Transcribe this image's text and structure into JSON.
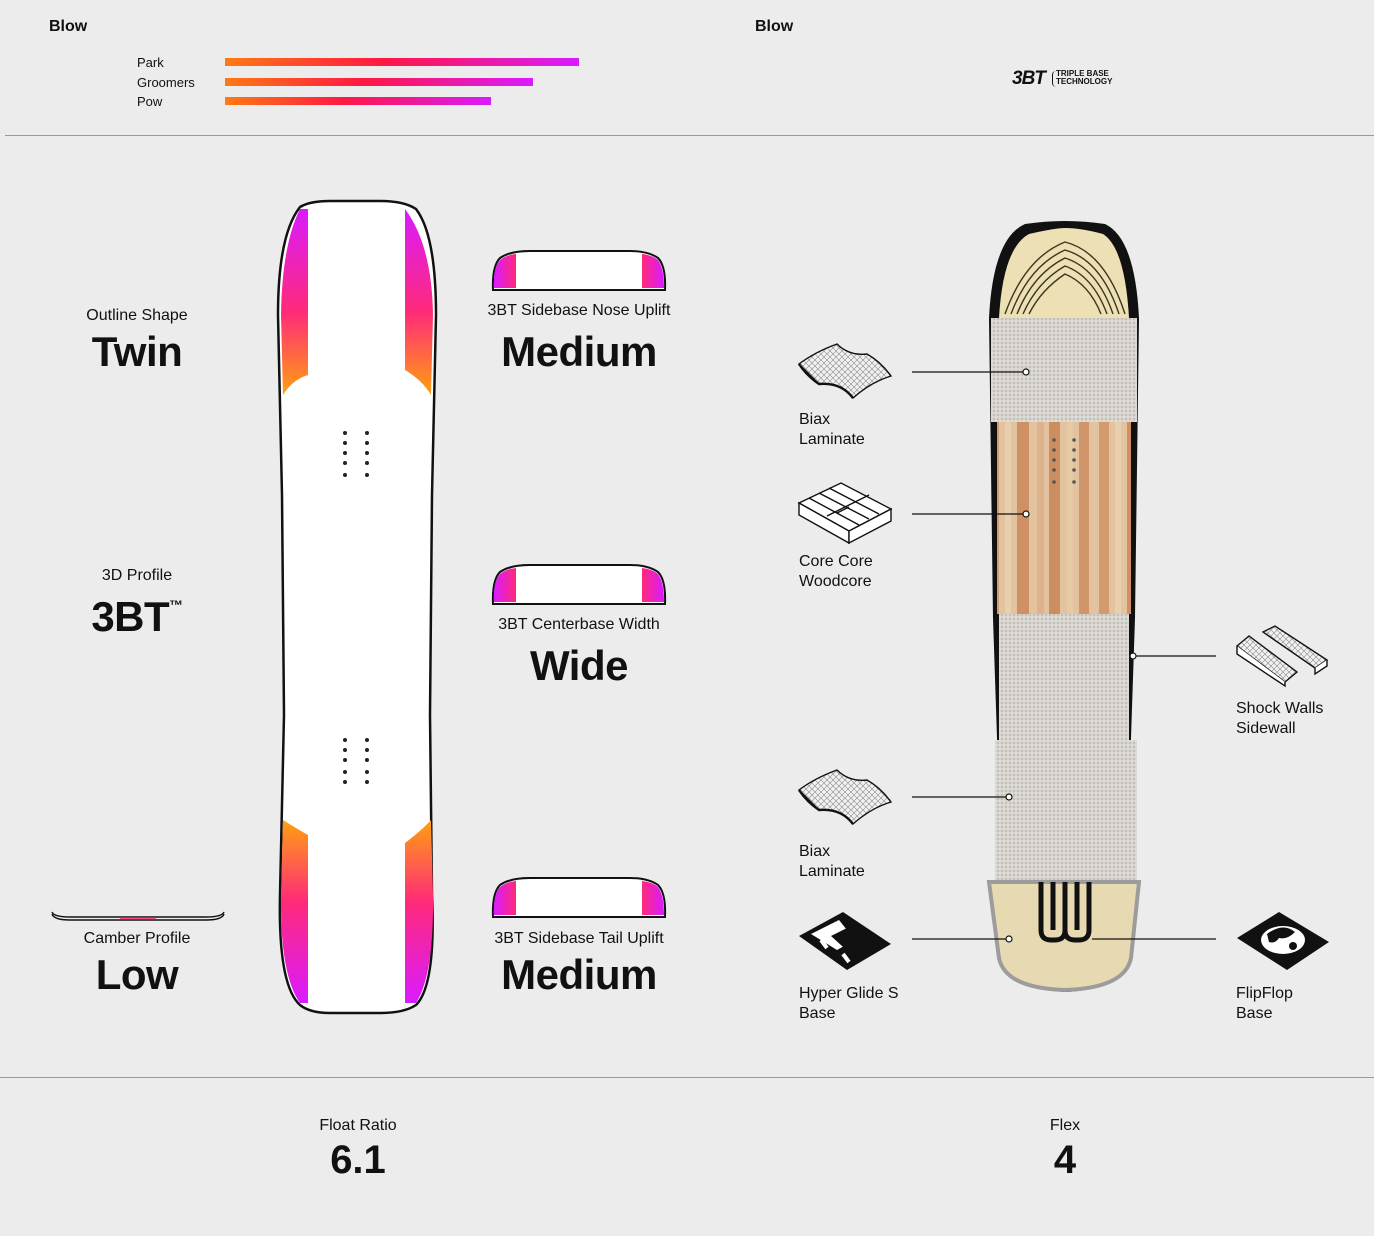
{
  "header": {
    "left_title": "Blow",
    "right_title": "Blow",
    "logo": {
      "mark": "3BT",
      "line1": "TRIPLE BASE",
      "line2": "TECHNOLOGY"
    }
  },
  "terrain": {
    "items": [
      {
        "label": "Park",
        "value": 1.0
      },
      {
        "label": "Groomers",
        "value": 0.87
      },
      {
        "label": "Pow",
        "value": 0.75
      }
    ],
    "gradient": [
      "#ff7a12",
      "#ff1744",
      "#d91bff"
    ]
  },
  "specs": {
    "outline": {
      "label": "Outline Shape",
      "value": "Twin"
    },
    "profile": {
      "label": "3D Profile",
      "value": "3BT",
      "suffix": "™"
    },
    "camber": {
      "label": "Camber Profile",
      "value": "Low"
    },
    "nose": {
      "label": "3BT Sidebase Nose Uplift",
      "value": "Medium"
    },
    "center": {
      "label": "3BT Centerbase Width",
      "value": "Wide"
    },
    "tail": {
      "label": "3BT Sidebase Tail Uplift",
      "value": "Medium"
    }
  },
  "layers": {
    "biax_top": {
      "line1": "Biax",
      "line2": "Laminate",
      "icon": "biax-laminate-icon"
    },
    "core": {
      "line1": "Core Core",
      "line2": "Woodcore",
      "icon": "woodcore-icon"
    },
    "sidewall": {
      "line1": "Shock Walls",
      "line2": "Sidewall",
      "icon": "sidewall-icon"
    },
    "biax_bottom": {
      "line1": "Biax",
      "line2": "Laminate",
      "icon": "biax-laminate-icon"
    },
    "base": {
      "line1": "Hyper Glide S",
      "line2": "Base",
      "icon": "base-icon"
    },
    "flipflop": {
      "line1": "FlipFlop",
      "line2": "Base",
      "icon": "flipflop-icon"
    }
  },
  "stats": {
    "float_ratio": {
      "label": "Float Ratio",
      "value": "6.1"
    },
    "flex": {
      "label": "Flex",
      "value": "4"
    }
  },
  "colors": {
    "background": "#ececec",
    "accent_orange": "#ff9f10",
    "accent_magenta": "#e21bd8",
    "accent_pink": "#ff1a8c"
  }
}
